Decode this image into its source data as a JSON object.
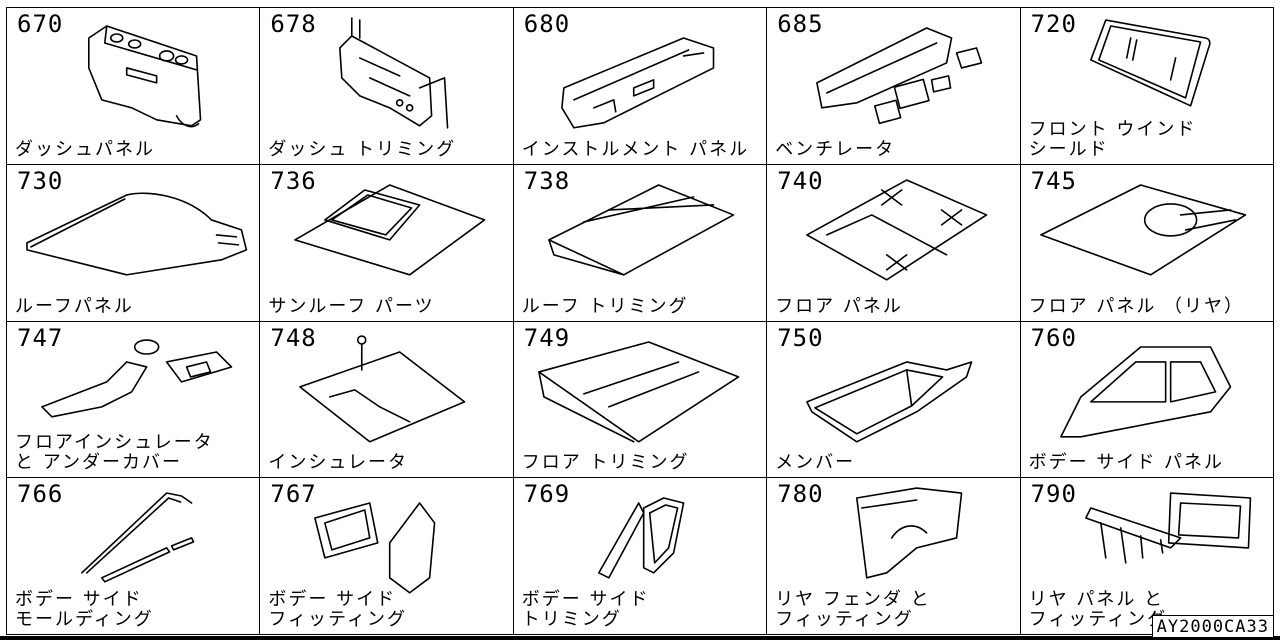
{
  "cells": [
    {
      "id": "670",
      "label": [
        "ダッシュパネル"
      ]
    },
    {
      "id": "678",
      "label": [
        "ダッシュ トリミング"
      ]
    },
    {
      "id": "680",
      "label": [
        "インストルメント パネル"
      ]
    },
    {
      "id": "685",
      "label": [
        "ベンチレータ"
      ]
    },
    {
      "id": "720",
      "label": [
        "フロント ウインド",
        "シールド"
      ]
    },
    {
      "id": "730",
      "label": [
        "ルーフパネル"
      ]
    },
    {
      "id": "736",
      "label": [
        "サンルーフ パーツ"
      ]
    },
    {
      "id": "738",
      "label": [
        "ルーフ トリミング"
      ]
    },
    {
      "id": "740",
      "label": [
        "フロア パネル"
      ]
    },
    {
      "id": "745",
      "label": [
        "フロア パネル （リヤ）"
      ]
    },
    {
      "id": "747",
      "label": [
        "フロアインシュレータ",
        "と アンダーカバー"
      ]
    },
    {
      "id": "748",
      "label": [
        "インシュレータ"
      ]
    },
    {
      "id": "749",
      "label": [
        "フロア トリミング"
      ]
    },
    {
      "id": "750",
      "label": [
        "メンバー"
      ]
    },
    {
      "id": "760",
      "label": [
        "ボデー サイド パネル"
      ]
    },
    {
      "id": "766",
      "label": [
        "ボデー サイド",
        "モールディング"
      ]
    },
    {
      "id": "767",
      "label": [
        "ボデー サイド",
        "フィッティング"
      ]
    },
    {
      "id": "769",
      "label": [
        "ボデー サイド",
        "トリミング"
      ]
    },
    {
      "id": "780",
      "label": [
        "リヤ フェンダ と",
        "フィッティング"
      ]
    },
    {
      "id": "790",
      "label": [
        "リヤ パネル と",
        "フィッティング"
      ]
    }
  ],
  "diagram_code": "AY2000CA33"
}
